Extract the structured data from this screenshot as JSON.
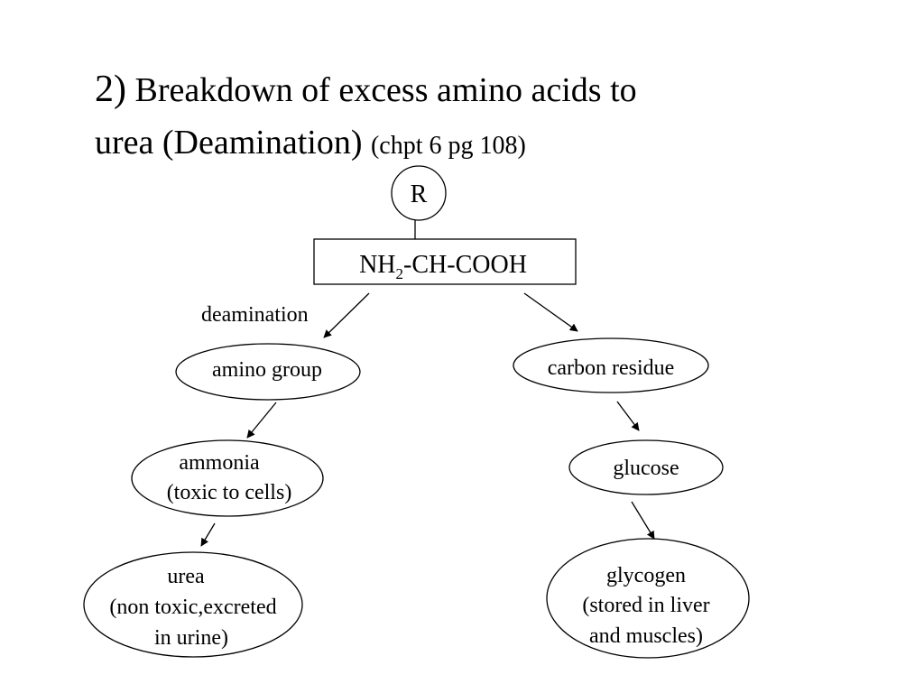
{
  "slide": {
    "title_number": "2)",
    "title_main": "Breakdown of excess amino acids to",
    "title_second": "urea (Deamination)",
    "title_reference": "(chpt 6 pg 108)"
  },
  "diagram": {
    "r_group": "R",
    "amino_acid": {
      "base": "NH",
      "subscript": "2",
      "rest": "-CH-COOH"
    },
    "deamination_label": "deamination",
    "amino_group": "amino group",
    "ammonia": {
      "line1": "ammonia",
      "line2": "(toxic to cells)"
    },
    "urea": {
      "line1": "urea",
      "line2": "(non toxic,excreted",
      "line3": "in urine)"
    },
    "carbon_residue": "carbon residue",
    "glucose": "glucose",
    "glycogen": {
      "line1": "glycogen",
      "line2": "(stored in liver",
      "line3": "and muscles)"
    }
  }
}
